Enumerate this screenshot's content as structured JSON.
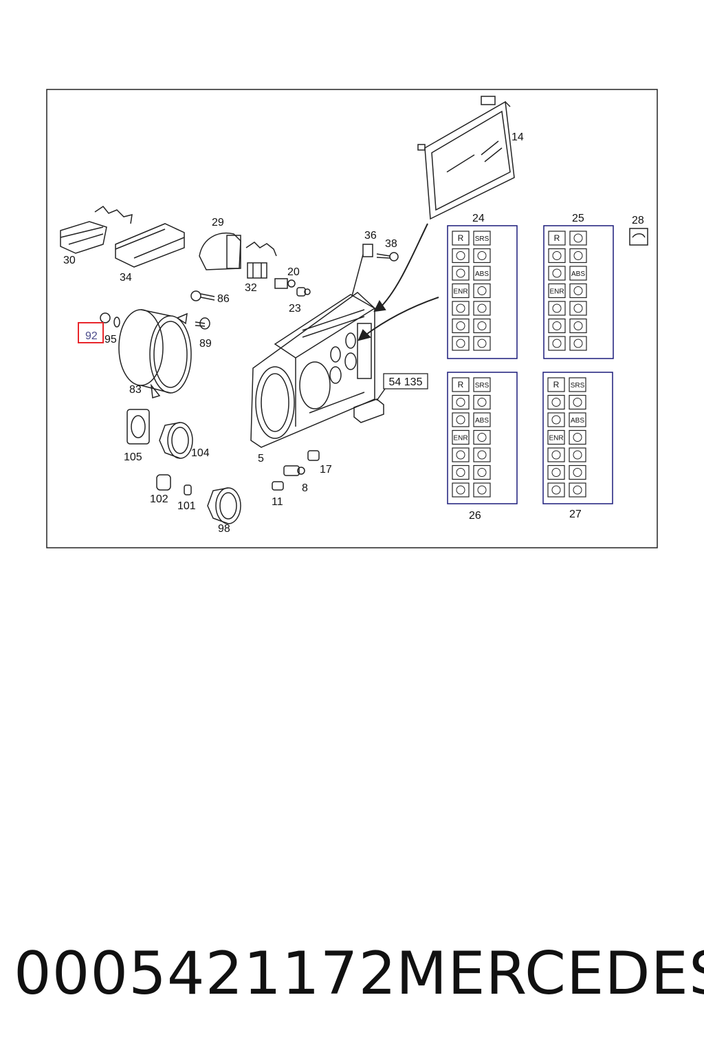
{
  "diagram": {
    "callouts": [
      "14",
      "24",
      "25",
      "26",
      "27",
      "28",
      "29",
      "30",
      "34",
      "32",
      "20",
      "23",
      "36",
      "38",
      "86",
      "89",
      "92",
      "95",
      "83",
      "105",
      "104",
      "102",
      "101",
      "98",
      "5",
      "17",
      "8",
      "11"
    ],
    "highlighted_callout": "92",
    "ref_label": "54 135",
    "panel_24": [
      "R",
      "SRS",
      "",
      "",
      "",
      "ABS",
      "ENR",
      "",
      "",
      "",
      "",
      "",
      "",
      ""
    ],
    "panel_25": [
      "R",
      "",
      "",
      "",
      "",
      "ABS",
      "ENR",
      "",
      "",
      "",
      "",
      "",
      "",
      ""
    ],
    "panel_26": [
      "R",
      "SRS",
      "",
      "",
      "",
      "ABS",
      "ENR",
      "",
      "",
      "",
      "",
      "",
      "",
      ""
    ],
    "panel_27": [
      "R",
      "SRS",
      "",
      "",
      "",
      "ABS",
      "ENR",
      "",
      "",
      "",
      "",
      "",
      "",
      ""
    ],
    "colors": {
      "line": "#222222",
      "panel_border": "#1a1a7a",
      "highlight": "#e8262b"
    }
  },
  "footer": {
    "part_number": "0005421172",
    "brand": "MERCEDES"
  }
}
